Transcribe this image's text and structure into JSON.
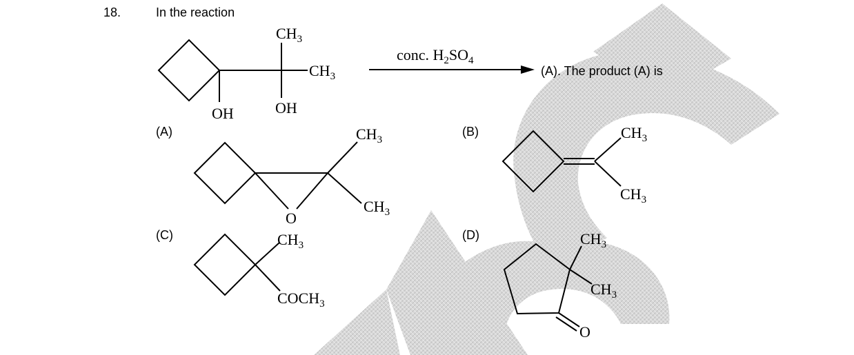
{
  "question": {
    "number": "18.",
    "stem": "In the reaction",
    "tail": "(A). The product (A) is"
  },
  "reactant": {
    "ch3_top": "CH3",
    "ch3_right": "CH3",
    "oh_left": "OH",
    "oh_right": "OH"
  },
  "reagent": {
    "text": "conc. H2SO4"
  },
  "options": {
    "a": {
      "label": "(A)",
      "ch3_top": "CH3",
      "ch3_bottom": "CH3",
      "o": "O"
    },
    "b": {
      "label": "(B)",
      "ch3_top": "CH3",
      "ch3_bottom": "CH3"
    },
    "c": {
      "label": "(C)",
      "ch3": "CH3",
      "coch3": "COCH3"
    },
    "d": {
      "label": "(D)",
      "ch3_top": "CH3",
      "ch3_right": "CH3",
      "o": "O"
    }
  },
  "colors": {
    "watermark": "#c8c8c8",
    "ink": "#000000"
  }
}
